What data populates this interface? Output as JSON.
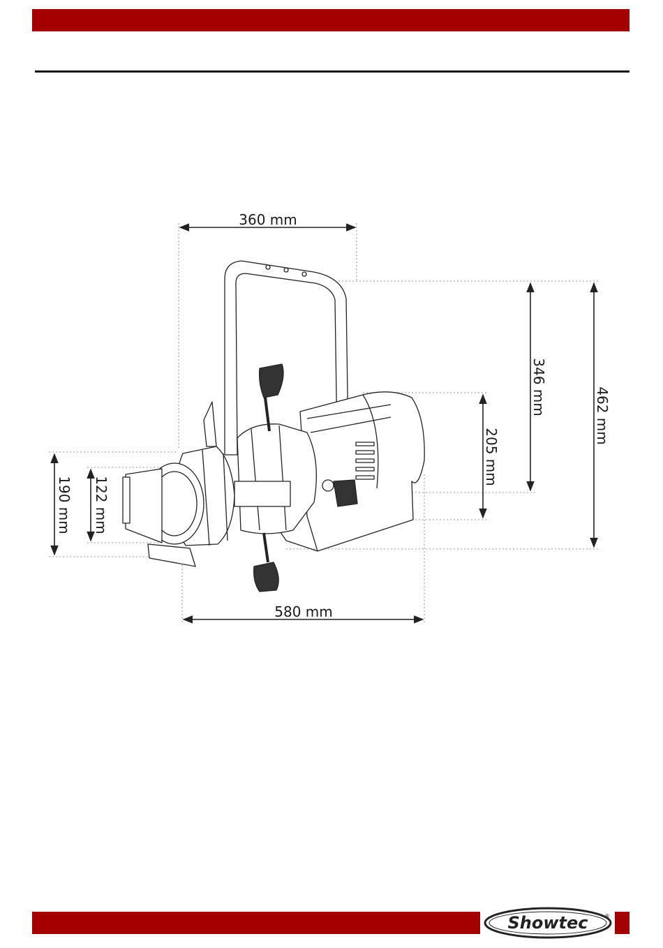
{
  "document": {
    "colors": {
      "brand_red": "#a50000",
      "rule": "#111111",
      "line": "#222222"
    },
    "dimensions": {
      "width": "360 mm",
      "length": "580 mm",
      "height_total": "462 mm",
      "height_yoke": "346 mm",
      "height_body": "205 mm",
      "front_height": "190 mm",
      "lens_diameter": "122 mm"
    },
    "logo": {
      "text": "Showtec",
      "registered": "®",
      "icon": "showtec-logo"
    }
  }
}
